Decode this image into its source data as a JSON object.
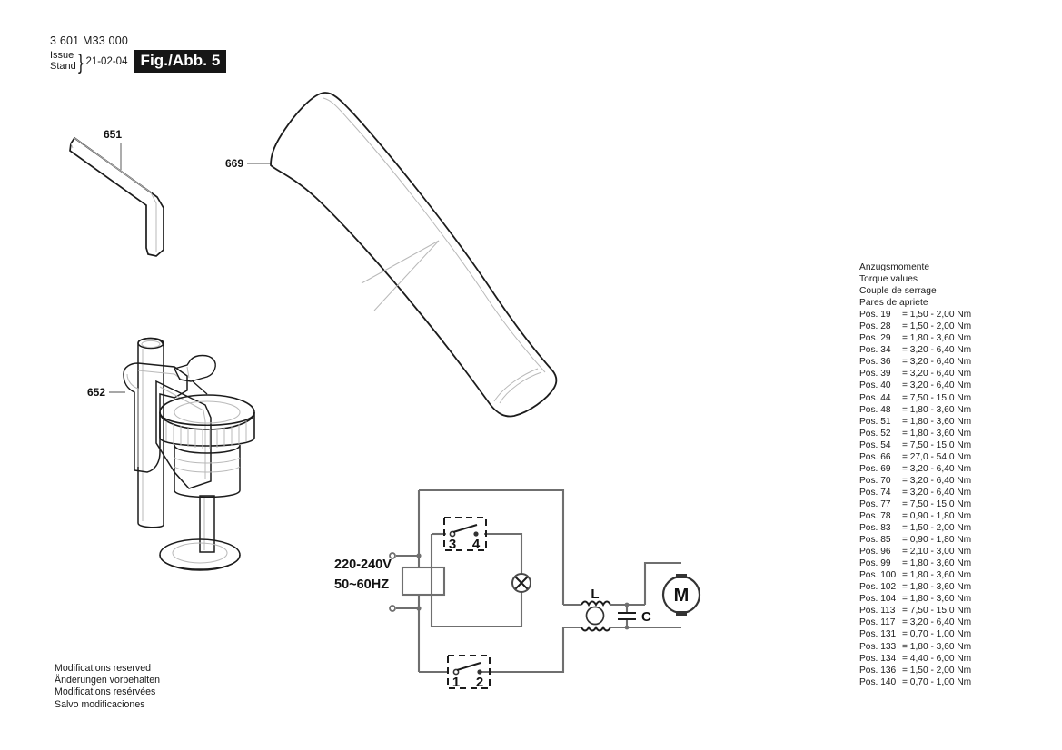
{
  "header": {
    "doc_number": "3 601 M33 000",
    "issue_label": "Issue",
    "stand_label": "Stand",
    "brace": "}",
    "issue_date": "21-02-04",
    "figure_badge": "Fig./Abb. 5"
  },
  "parts": [
    {
      "number": "651",
      "name": "hex-key"
    },
    {
      "number": "669",
      "name": "dust-bag"
    },
    {
      "number": "652",
      "name": "parallel-guide-assembly"
    }
  ],
  "callouts": {
    "p651": "651",
    "p669": "669",
    "p652": "652"
  },
  "circuit": {
    "supply_voltage": "220-240V",
    "supply_frequency": "50~60HZ",
    "switch_top_terminal_a": "3",
    "switch_top_terminal_b": "4",
    "switch_bottom_terminal_a": "1",
    "switch_bottom_terminal_b": "2",
    "inductor_label": "L",
    "capacitor_label": "C",
    "motor_label": "M"
  },
  "torque": {
    "headings": [
      "Anzugsmomente",
      "Torque values",
      "Couple de serrage",
      "Pares de apriete"
    ],
    "rows": [
      {
        "pos": "Pos. 19",
        "value": "= 1,50 - 2,00 Nm"
      },
      {
        "pos": "Pos. 28",
        "value": "= 1,50 - 2,00 Nm"
      },
      {
        "pos": "Pos. 29",
        "value": "= 1,80 - 3,60 Nm"
      },
      {
        "pos": "Pos. 34",
        "value": "= 3,20 - 6,40 Nm"
      },
      {
        "pos": "Pos. 36",
        "value": "= 3,20 - 6,40 Nm"
      },
      {
        "pos": "Pos. 39",
        "value": "= 3,20 - 6,40 Nm"
      },
      {
        "pos": "Pos. 40",
        "value": "= 3,20 - 6,40 Nm"
      },
      {
        "pos": "Pos. 44",
        "value": "= 7,50 - 15,0 Nm"
      },
      {
        "pos": "Pos. 48",
        "value": "= 1,80 - 3,60 Nm"
      },
      {
        "pos": "Pos. 51",
        "value": "= 1,80 - 3,60 Nm"
      },
      {
        "pos": "Pos. 52",
        "value": "= 1,80 - 3,60 Nm"
      },
      {
        "pos": "Pos. 54",
        "value": "= 7,50 - 15,0 Nm"
      },
      {
        "pos": "Pos. 66",
        "value": "= 27,0 - 54,0 Nm"
      },
      {
        "pos": "Pos. 69",
        "value": "= 3,20 - 6,40 Nm"
      },
      {
        "pos": "Pos. 70",
        "value": "= 3,20 - 6,40 Nm"
      },
      {
        "pos": "Pos. 74",
        "value": "= 3,20 - 6,40 Nm"
      },
      {
        "pos": "Pos. 77",
        "value": "= 7,50 - 15,0 Nm"
      },
      {
        "pos": "Pos. 78",
        "value": "= 0,90 - 1,80 Nm"
      },
      {
        "pos": "Pos. 83",
        "value": "= 1,50 - 2,00 Nm"
      },
      {
        "pos": "Pos. 85",
        "value": "= 0,90 - 1,80 Nm"
      },
      {
        "pos": "Pos. 96",
        "value": "= 2,10 - 3,00 Nm"
      },
      {
        "pos": "Pos. 99",
        "value": "= 1,80 - 3,60 Nm"
      },
      {
        "pos": "Pos. 100",
        "value": "= 1,80 - 3,60 Nm"
      },
      {
        "pos": "Pos. 102",
        "value": "= 1,80 - 3,60 Nm"
      },
      {
        "pos": "Pos. 104",
        "value": "= 1,80 - 3,60 Nm"
      },
      {
        "pos": "Pos. 113",
        "value": "= 7,50 - 15,0 Nm"
      },
      {
        "pos": "Pos. 117",
        "value": "= 3,20 - 6,40 Nm"
      },
      {
        "pos": "Pos. 131",
        "value": "= 0,70 - 1,00 Nm"
      },
      {
        "pos": "Pos. 133",
        "value": "= 1,80 - 3,60 Nm"
      },
      {
        "pos": "Pos. 134",
        "value": "= 4,40 - 6,00 Nm"
      },
      {
        "pos": "Pos. 136",
        "value": "= 1,50 - 2,00 Nm"
      },
      {
        "pos": "Pos. 140",
        "value": "= 0,70 - 1,00 Nm"
      }
    ]
  },
  "footer": {
    "lines": [
      "Modifications reserved",
      "Änderungen vorbehalten",
      "Modifications resérvées",
      "Salvo modificaciones"
    ]
  }
}
